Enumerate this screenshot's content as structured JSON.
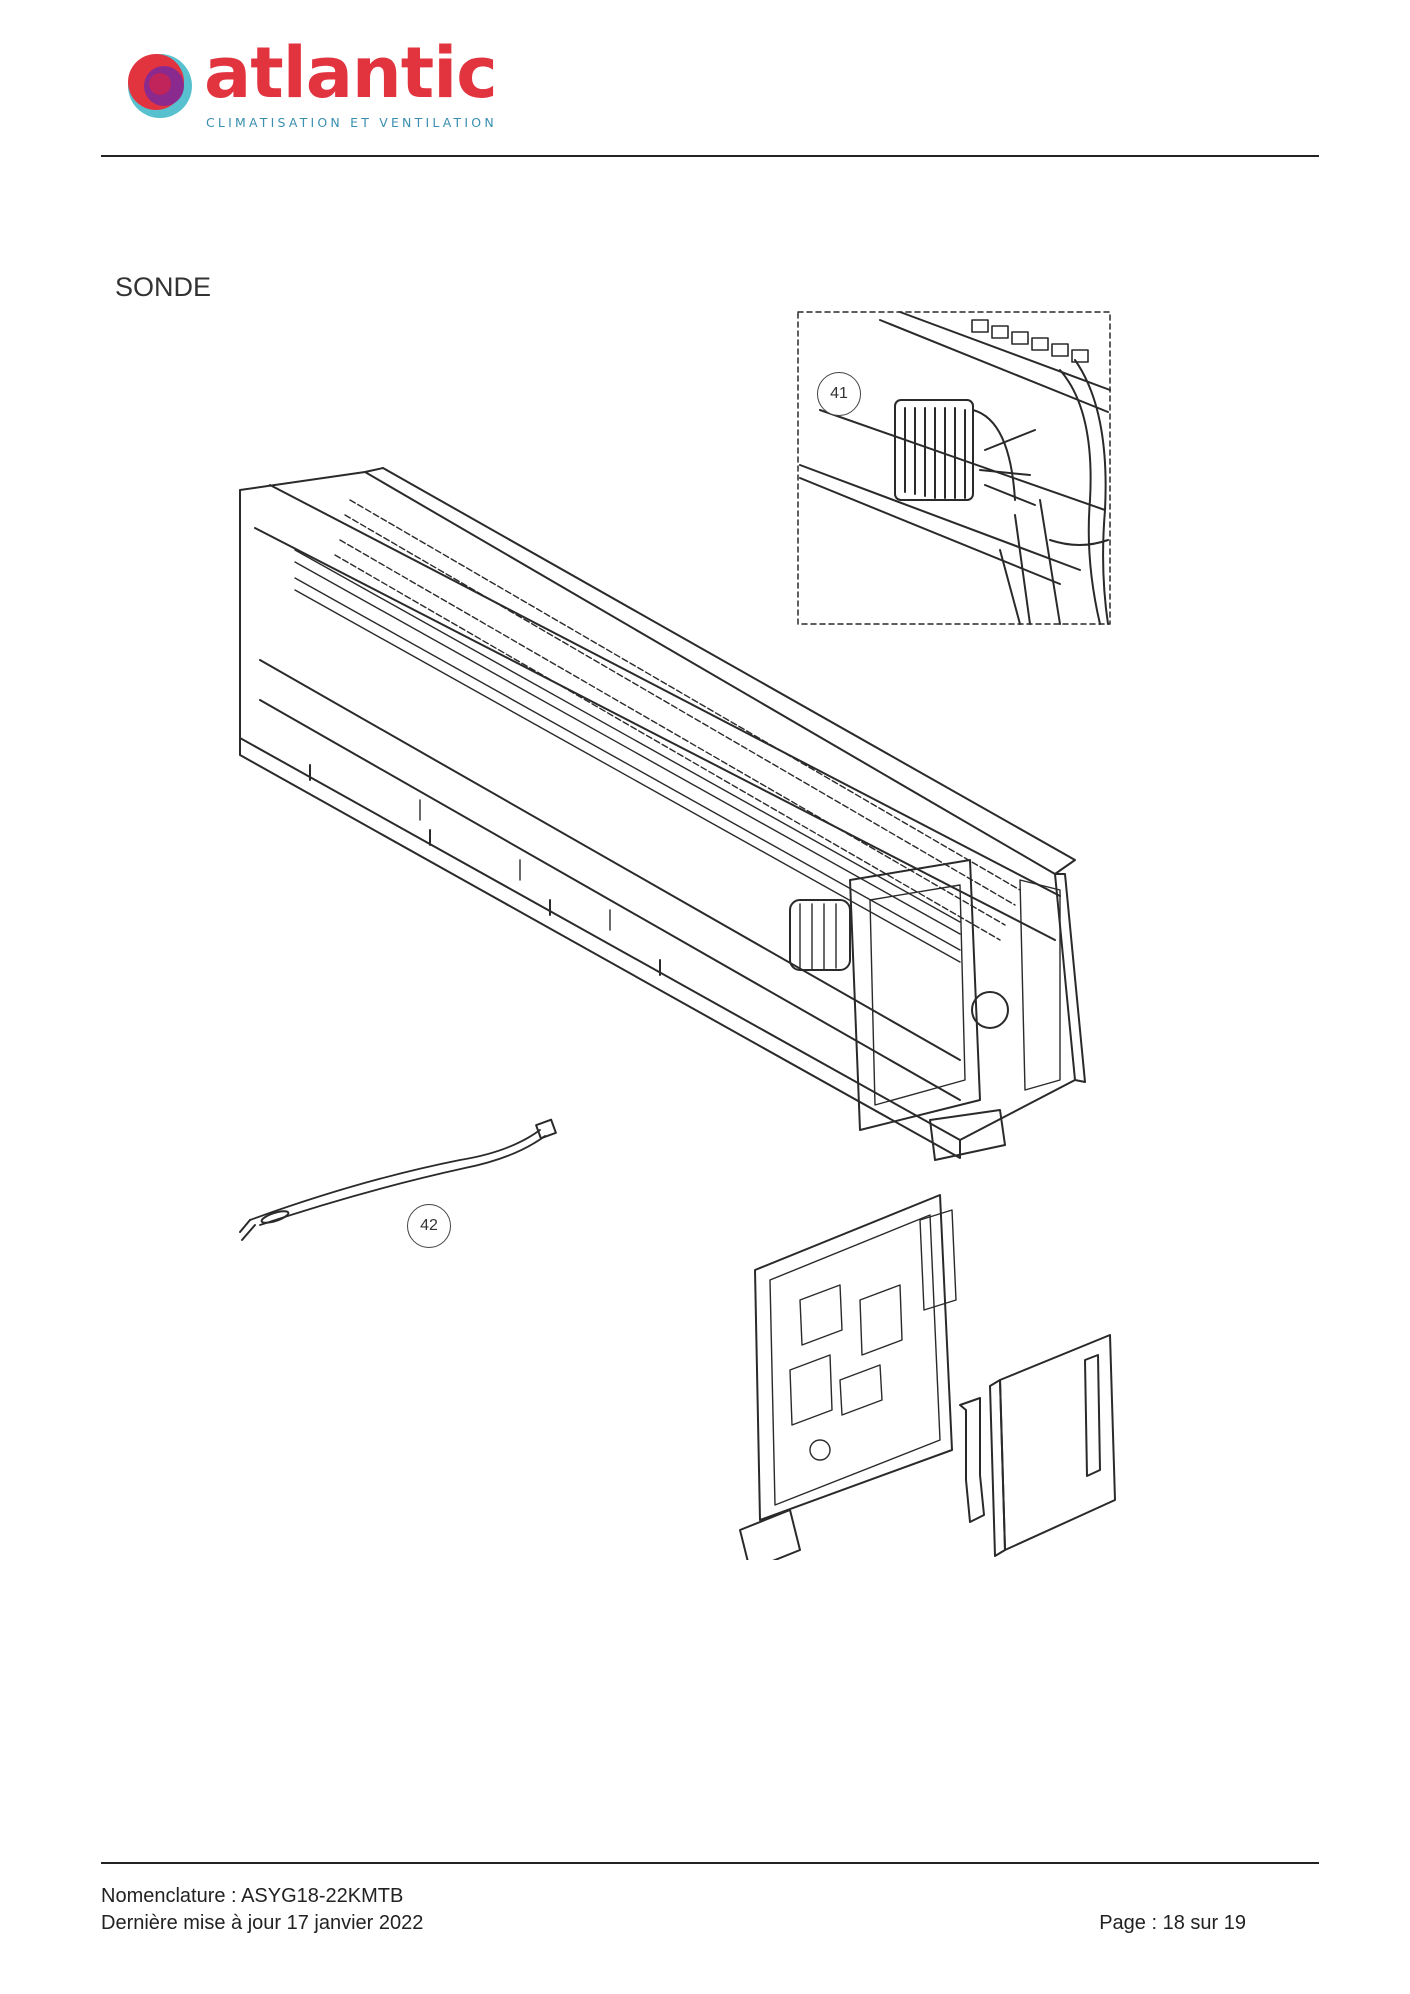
{
  "header": {
    "brand_name": "atlantic",
    "brand_tagline": "CLIMATISATION ET VENTILATION",
    "colors": {
      "brand_red": "#e2343f",
      "brand_blue": "#3a8fb0",
      "brand_purple": "#8a2a8f"
    }
  },
  "section": {
    "title": "SONDE"
  },
  "diagram": {
    "callouts": [
      {
        "label": "41"
      },
      {
        "label": "42"
      }
    ]
  },
  "footer": {
    "line1": "Nomenclature : ASYG18-22KMTB",
    "line2": "Dernière mise à jour 17 janvier 2022",
    "page": "Page : 18 sur 19"
  }
}
